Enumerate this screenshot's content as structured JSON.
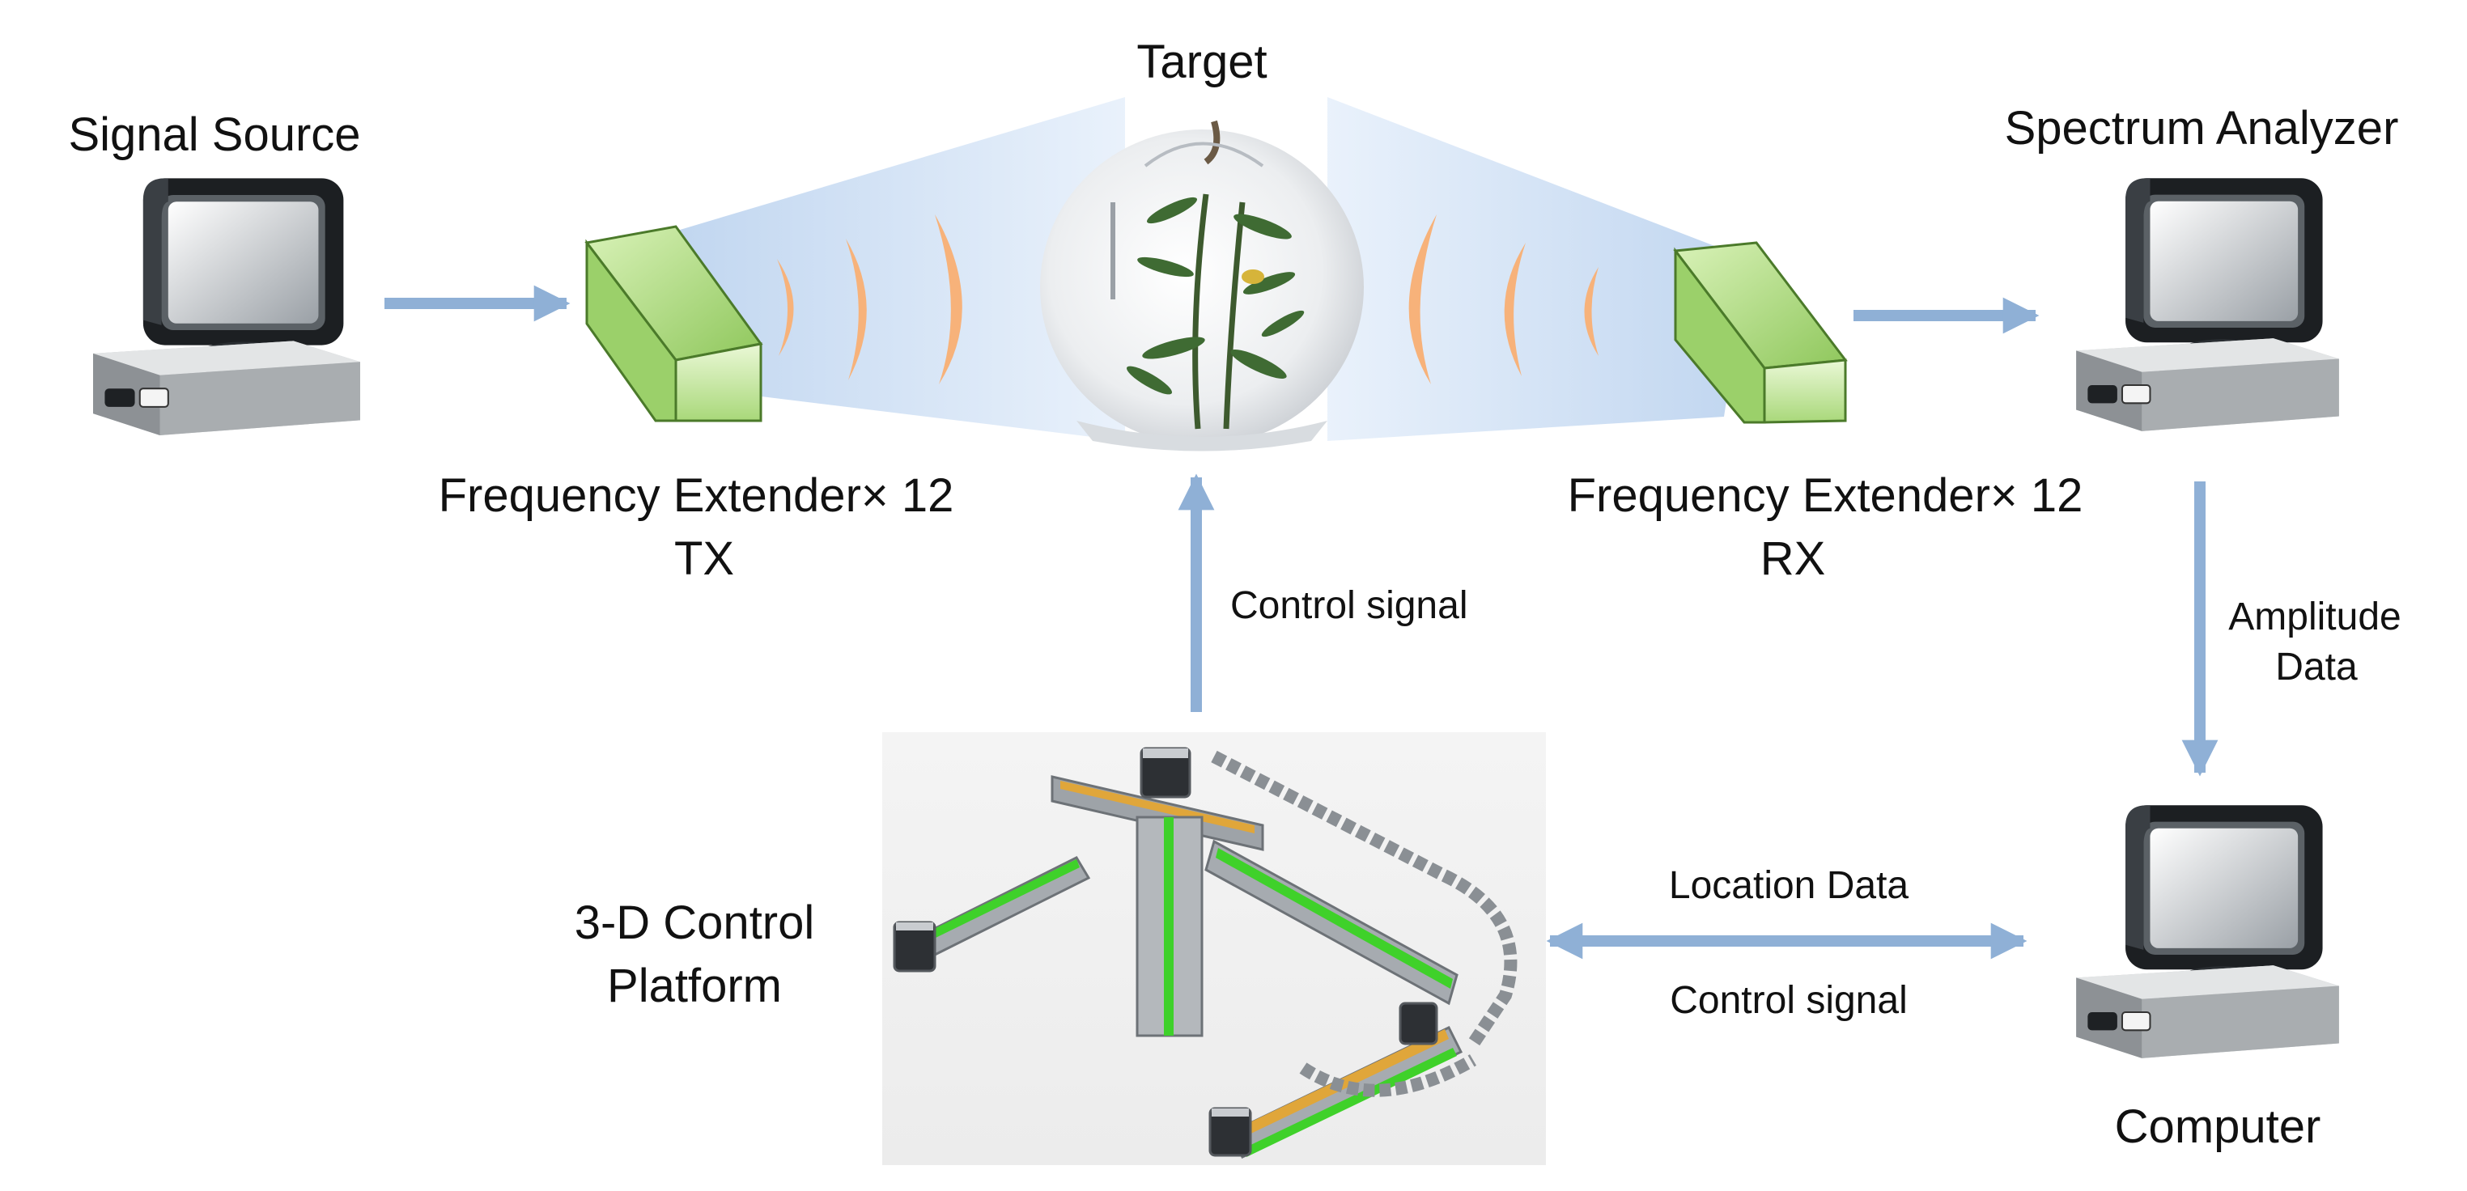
{
  "labels": {
    "signal_source": "Signal Source",
    "target": "Target",
    "spectrum_analyzer": "Spectrum Analyzer",
    "tx_extender_line1": "Frequency Extender× 12",
    "tx_extender_line2": "TX",
    "rx_extender_line1": "Frequency Extender× 12",
    "rx_extender_line2": "RX",
    "control_signal_up": "Control signal",
    "amplitude_line1": "Amplitude",
    "amplitude_line2": "Data",
    "platform_line1": "3-D Control",
    "platform_line2": "Platform",
    "location_data": "Location Data",
    "control_signal_bottom": "Control signal",
    "computer": "Computer"
  },
  "colors": {
    "arrow": "#8fb0d6",
    "arrow_edge": "#6f93bf",
    "extender_green": "#bfe58f",
    "wave_orange": "#f7b27a",
    "beam_blue": "#a9c6ea",
    "platform_green": "#3fd12a",
    "platform_orange": "#e0a63a"
  }
}
